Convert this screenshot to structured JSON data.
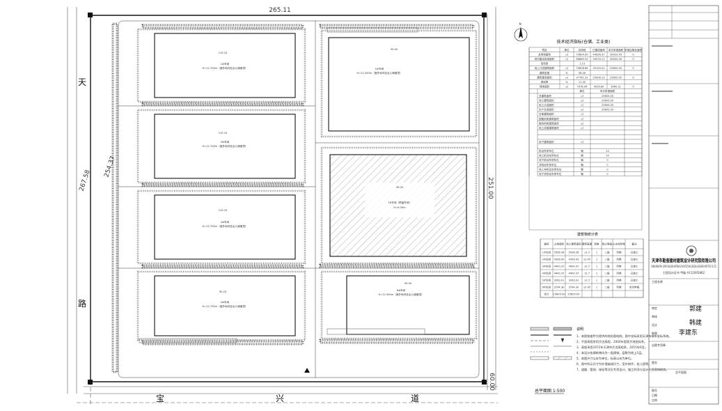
{
  "dims": {
    "top": "265.11",
    "left_a": "267.58",
    "left_b": "254.37",
    "right": "251.00",
    "bottom_right": "60.00"
  },
  "roads": {
    "west_1": "天",
    "west_2": "路",
    "south_1": "宝",
    "south_2": "兴",
    "south_3": "道"
  },
  "buildings": {
    "b1": {
      "name": "1#车间",
      "note": "H=12.700m（室外地坪至女儿墙墙顶）",
      "width": "110.10"
    },
    "b2": {
      "name": "2#车间",
      "note": "H=12.450m（室外地坪至女儿墙墙顶）",
      "width": "90.00"
    },
    "b3": {
      "name": "3#车间",
      "note": "H=12.700m（室外地坪至女儿墙墙顶）",
      "width": "110.10"
    },
    "b4": {
      "name": "4#车间",
      "note": "H=12.700m（室外地坪至女儿墙墙顶）",
      "width": "110.10"
    },
    "b5": {
      "name": "5#车间",
      "note": "H=12.700m（室外地坪至女儿墙墙顶）",
      "width": "90.20"
    },
    "b6": {
      "name": "6#车间",
      "note": "H=12.450m（室外地坪至女儿墙墙顶）",
      "width": "99.90"
    },
    "b7": {
      "name": "7#车间（预留车间）",
      "note": "H=9.30m",
      "width": "99.00"
    }
  },
  "tech": {
    "title": "技术经济指标(仓储、工业类)",
    "headers": [
      "项目",
      "单位",
      "总用地",
      "已建成面积",
      "本次申报面积",
      "申报后剩余面积"
    ],
    "rows": [
      [
        "总用地面积",
        "㎡",
        "70804.50",
        "40836.37",
        "30033.45",
        "0"
      ],
      [
        "其内建设用地面积",
        "㎡",
        "66869.50",
        "30076.17",
        "30000.00",
        "0"
      ],
      [
        "容积率",
        "",
        "1.13",
        "",
        "",
        ""
      ],
      [
        "地上计容建筑面积",
        "㎡",
        "79606.66",
        "35100.01",
        "25805.00",
        "0"
      ],
      [
        "建筑密度",
        "%",
        "56.46",
        "",
        "",
        ""
      ],
      [
        "建筑基底面积",
        "㎡",
        "37761.31",
        "20006.13",
        "25805.00",
        "0"
      ],
      [
        "绿地率",
        "%",
        "11.30",
        "",
        "",
        ""
      ],
      [
        "绿地面积",
        "㎡",
        "7978.06",
        "4026.80",
        "3960.21",
        "0"
      ]
    ],
    "sub_headers": [
      "单位",
      "本次申报面积"
    ],
    "rows2": [
      [
        "总建筑面积",
        "㎡",
        "25805.00"
      ],
      [
        "地上建筑面积",
        "㎡",
        "25805.00"
      ],
      [
        "地上计容面积",
        "㎡",
        "25805.00"
      ],
      [
        "生产车间面积",
        "㎡",
        "25805.00"
      ],
      [
        "仓库建筑面积",
        "㎡",
        ""
      ],
      [
        "配套用房建筑面积",
        "㎡",
        ""
      ],
      [
        "服务用房建筑面积",
        "㎡",
        ""
      ],
      [
        "地上设施建筑面积",
        "㎡",
        ""
      ],
      [
        "",
        "",
        ""
      ],
      [
        "",
        "",
        ""
      ],
      [
        "地下建筑面积",
        "㎡",
        ""
      ],
      [
        "",
        "",
        ""
      ],
      [
        "机动车停车位",
        "辆",
        "14"
      ],
      [
        "地上机动车停车位",
        "辆",
        "14"
      ],
      [
        "地下机动车停车位",
        "辆",
        "0"
      ],
      [
        "非机动车停车位",
        "辆",
        "0"
      ],
      [
        "地上非机动车停车位",
        "辆",
        "0"
      ],
      [
        "地下非机动车停车位",
        "辆",
        "0"
      ]
    ]
  },
  "build_table": {
    "title": "建筑物统计表",
    "headers": [
      "编号",
      "占地面积",
      "地上建筑面积",
      "建筑高度",
      "层数",
      "耐火等级",
      "火灾危险性",
      "备注"
    ],
    "rows": [
      [
        "1#车间",
        "5596.56",
        "5596.56",
        "12.7",
        "1",
        "二级",
        "丙类",
        "已竣工"
      ],
      [
        "2#车间",
        "4356.00",
        "4356.00",
        "12.45",
        "1",
        "二级",
        "丙类",
        "已竣工"
      ],
      [
        "3#车间",
        "4400.37",
        "4400.37",
        "12.7",
        "1",
        "二级",
        "丙类",
        "已竣工"
      ],
      [
        "4#车间",
        "4400.37",
        "4400.37",
        "12.7",
        "1",
        "二级",
        "丙类",
        "已竣工"
      ],
      [
        "5#车间",
        "3263.01",
        "3263.01",
        "12.7",
        "1",
        "二级",
        "丙类",
        "已竣工"
      ],
      [
        "6#车间",
        "3794.30",
        "3794.30",
        "12.45",
        "1",
        "二级",
        "丙类",
        "本次申报"
      ],
      [
        "合计",
        "25805.00",
        "25805.00",
        "",
        "",
        "",
        "",
        ""
      ]
    ]
  },
  "notes": {
    "label": "说明",
    "items": [
      "1、本图依据甲方提供的地形图绘制，图中坐标采用天津市城市坐标系统。",
      "2、平面高程采用大沽高程，2000年国家大地坐标系。",
      "3、高程采用1972年天津市大沽高程系，2015年6月。",
      "4、本设计各建筑物均为一类建筑，层数为地上1层。",
      "5、本图尺寸以米为单位，标高以米为单位。",
      "6、图中所示尺寸为外墙轴线尺寸，室外地坪，女儿墙等。",
      "7、道路、管线、绿化等详见专项设计，施工时须与设计人员现场核实。"
    ]
  },
  "scale": "总平面图 1:500",
  "compass": "N",
  "title_block": {
    "company_cn": "天津市勘查建材建筑设计研究院有限公司",
    "company_en": "TIANJIN MUNICIPAL SURVEY BUILDING MATERIALS ARCHITECTURAL DESIGN & RESEARCH INSTITUTE CO.,LTD.",
    "license": "工程设计证书  甲级  A112005862",
    "project_label": "工程名称",
    "drawing_label": "图名",
    "drawing_name": "总平面图",
    "seal_label": "出图专用章",
    "approval_label": "审定",
    "check_label": "审核",
    "design_label": "设计",
    "draw_label": "制图",
    "sig_1": "郭建",
    "sig_2": "韩建",
    "sig_3": "李建东",
    "sheet_label": "图号",
    "date_label": "日期",
    "scale_label": "比例"
  }
}
